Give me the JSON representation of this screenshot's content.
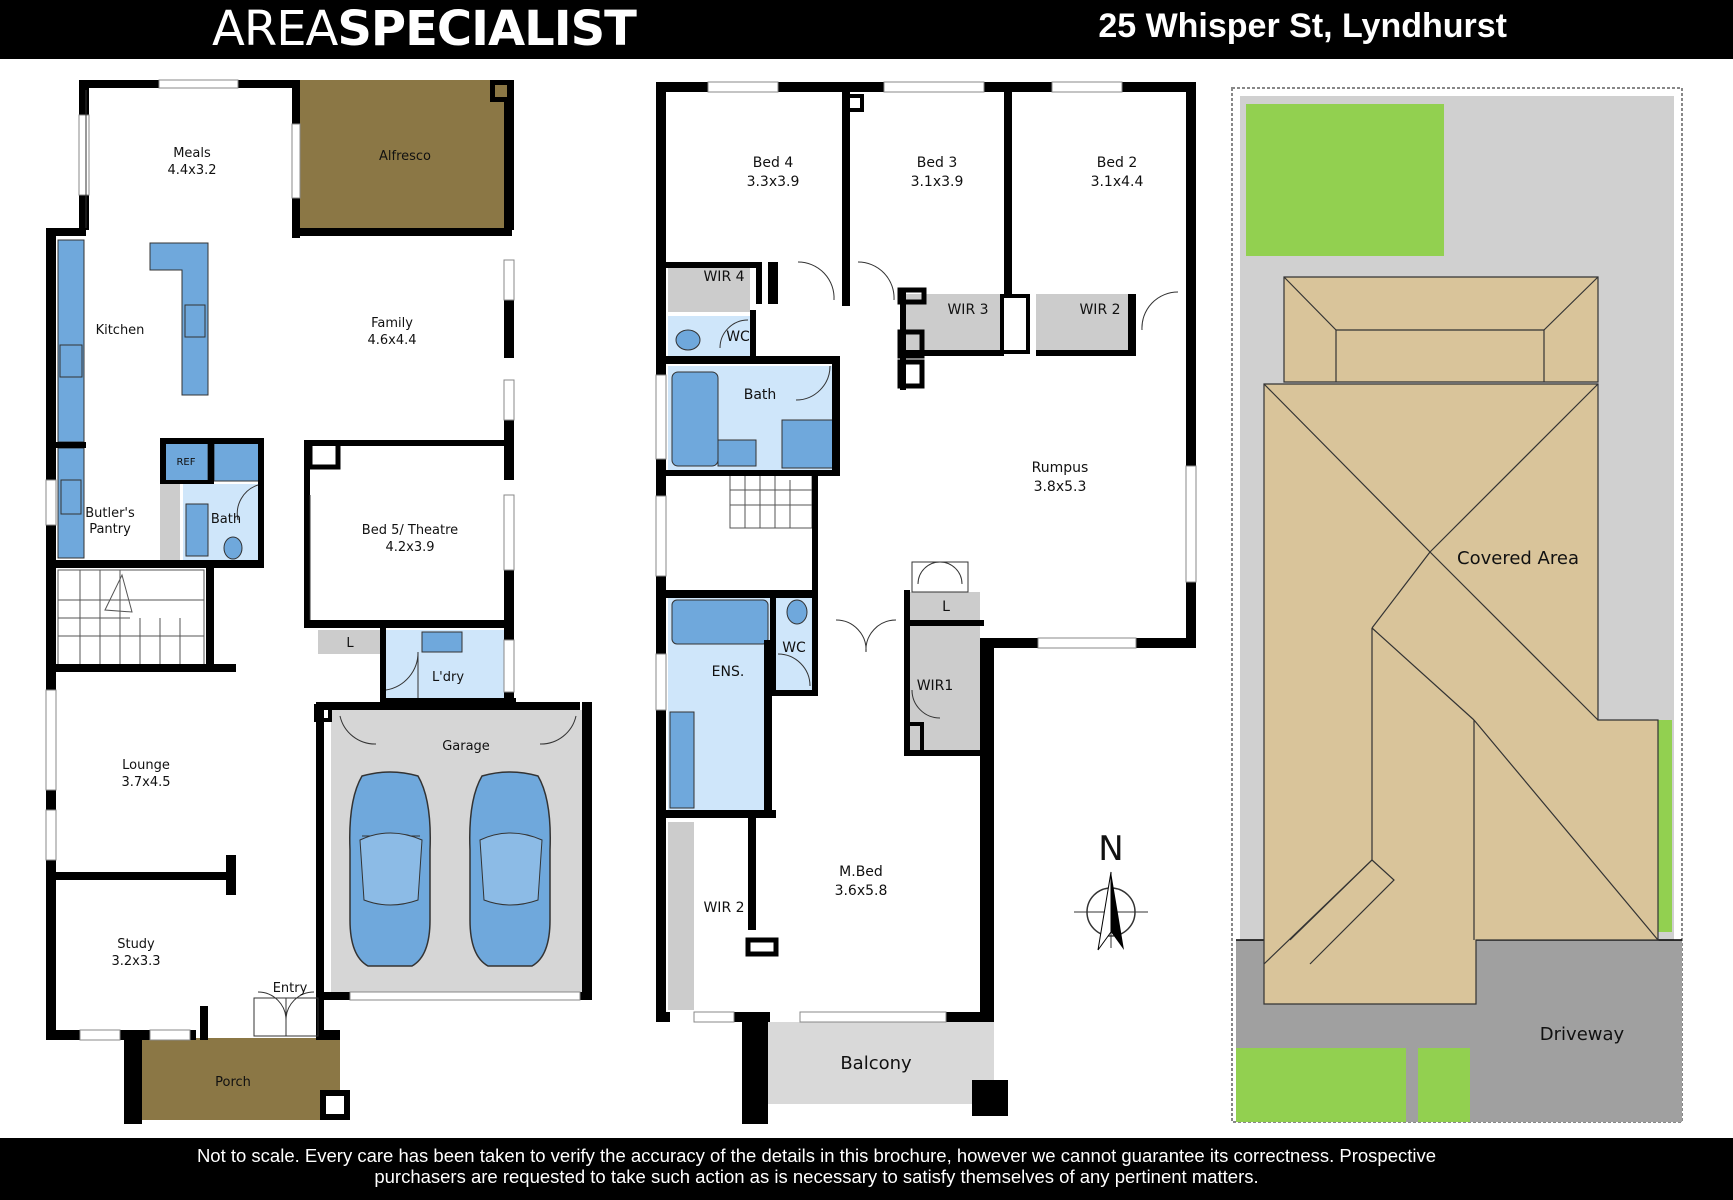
{
  "header": {
    "brand_light": "AREA",
    "brand_bold": "SPECIALIST",
    "address": "25 Whisper St, Lyndhurst"
  },
  "footer": {
    "line1": "Not to scale. Every care has been taken to verify the accuracy of the details in this brochure, however we cannot guarantee its correctness. Prospective",
    "line2": "purchasers are requested to take such action as is necessary to satisfy themselves of any pertinent matters."
  },
  "ground": {
    "meals": {
      "name": "Meals",
      "dim": "4.4x3.2"
    },
    "alfresco": "Alfresco",
    "kitchen": "Kitchen",
    "family": {
      "name": "Family",
      "dim": "4.6x4.4"
    },
    "ref": "REF",
    "bath": "Bath",
    "butlers_line1": "Butler's",
    "butlers_line2": "Pantry",
    "bed5": {
      "name": "Bed 5/ Theatre",
      "dim": "4.2x3.9"
    },
    "linen": "L",
    "laundry": "L'dry",
    "garage": "Garage",
    "lounge": {
      "name": "Lounge",
      "dim": "3.7x4.5"
    },
    "study": {
      "name": "Study",
      "dim": "3.2x3.3"
    },
    "entry": "Entry",
    "porch": "Porch"
  },
  "first": {
    "bed4": {
      "name": "Bed 4",
      "dim": "3.3x3.9"
    },
    "bed3": {
      "name": "Bed 3",
      "dim": "3.1x3.9"
    },
    "bed2": {
      "name": "Bed 2",
      "dim": "3.1x4.4"
    },
    "wir4": "WIR 4",
    "wir3": "WIR 3",
    "wir2_upper": "WIR 2",
    "wc1": "WC",
    "bath": "Bath",
    "rumpus": {
      "name": "Rumpus",
      "dim": "3.8x5.3"
    },
    "linen": "L",
    "ens": "ENS.",
    "wc2": "WC",
    "wir1": "WIR1",
    "mbed": {
      "name": "M.Bed",
      "dim": "3.6x5.8"
    },
    "wir2_lower": "WIR 2",
    "balcony": "Balcony"
  },
  "compass": "N",
  "site": {
    "covered_area": "Covered Area",
    "driveway": "Driveway"
  },
  "colors": {
    "wall": "#000000",
    "wet_area": "#cfe6fa",
    "fixture": "#6fa8dc",
    "deck": "#8b7745",
    "robe": "#cccccc",
    "lawn": "#92d050",
    "roof": "#d9c49a",
    "concrete": "#a0a0a0",
    "garage_floor": "#d6d6d6"
  }
}
